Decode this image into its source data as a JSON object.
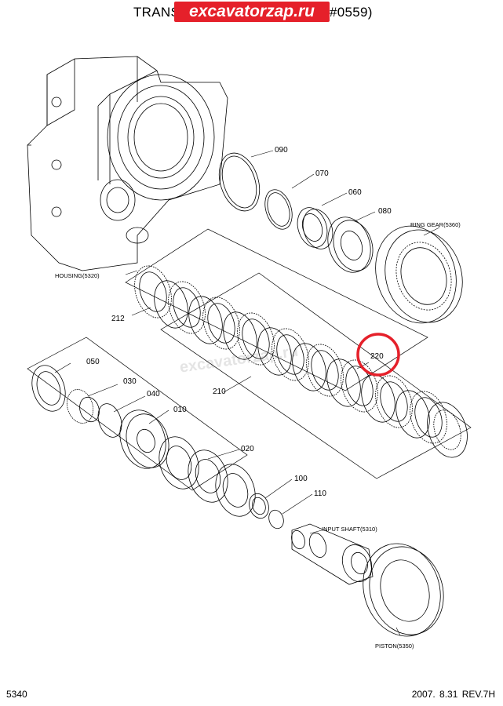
{
  "title": {
    "left": "TRANS",
    "right": "#0559)"
  },
  "watermark": {
    "badge": "excavatorzap.ru",
    "center": "excavatorzap.ru"
  },
  "labels": {
    "p090": "090",
    "p070": "070",
    "p060": "060",
    "p080": "080",
    "ring_gear": "RING GEAR(5360)",
    "housing": "HOUSING(5320)",
    "p212": "212",
    "p220": "220",
    "p210": "210",
    "p050": "050",
    "p030": "030",
    "p040": "040",
    "p010": "010",
    "p020": "020",
    "p100": "100",
    "p110": "110",
    "input_shaft": "INPUT SHAFT(5310)",
    "piston": "PISTON(5350)"
  },
  "highlight": {
    "color": "#e5202a",
    "target": "220"
  },
  "footer": {
    "page": "5340",
    "date_rev": "2007.  8.31  REV.7H"
  }
}
